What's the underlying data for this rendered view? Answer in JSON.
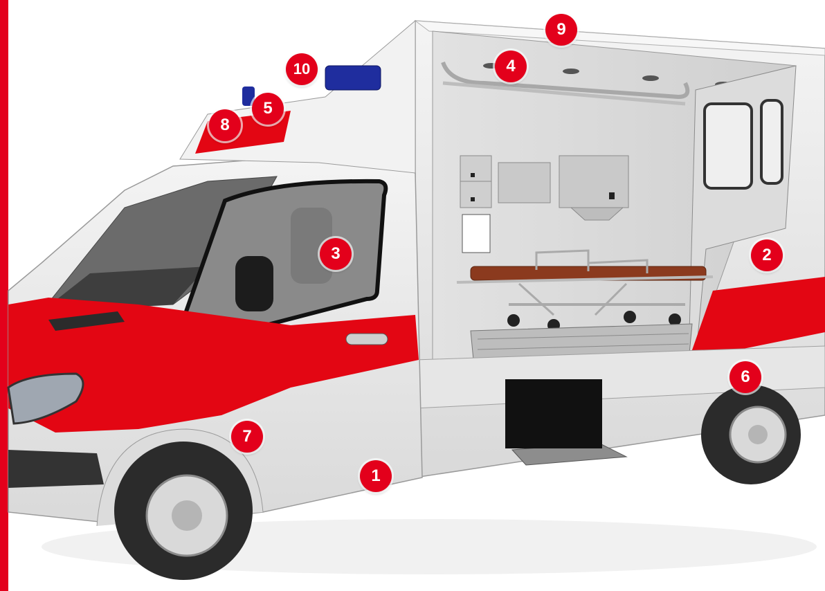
{
  "colors": {
    "accent_bar": "#e3001b",
    "marker_fill": "#e3001b",
    "body_red": "#e30613",
    "body_white": "#ececec",
    "beacon_blue": "#1f2d9e",
    "tire": "#2b2b2b"
  },
  "markers": [
    {
      "label": "1"
    },
    {
      "label": "2"
    },
    {
      "label": "3"
    },
    {
      "label": "4"
    },
    {
      "label": "5"
    },
    {
      "label": "6"
    },
    {
      "label": "7"
    },
    {
      "label": "8"
    },
    {
      "label": "9"
    },
    {
      "label": "10"
    }
  ]
}
